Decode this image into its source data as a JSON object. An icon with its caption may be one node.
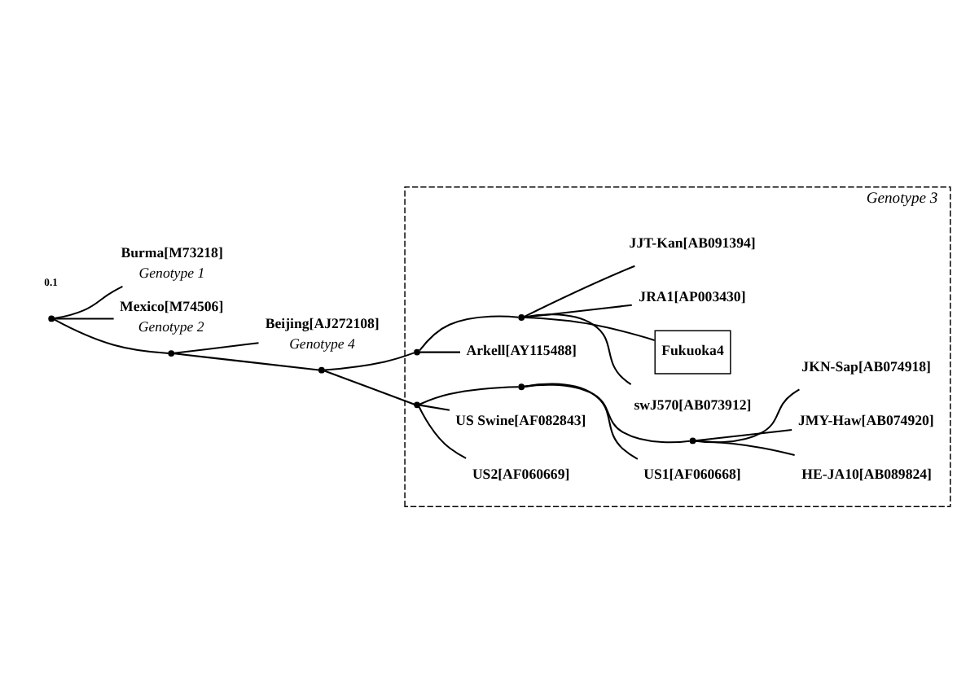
{
  "diagram": {
    "nodes": [
      {
        "text": [
          "Genotype 3"
        ]
      },
      {
        "text": [
          "swJ570[AB073912]"
        ],
        "in": 0
      },
      {
        "text": [
          "Fukuoka4"
        ],
        "in": 0
      },
      {
        "text": [
          "JRA1[AP003430]"
        ],
        "in": 0
      },
      {
        "text": [
          "Arkell[AY115488]"
        ],
        "in": 0
      },
      {
        "text": [
          "JJT-Kan[AB091394]"
        ],
        "in": 0
      },
      {
        "text": [
          "US2[AF060669]"
        ],
        "in": 0
      },
      {
        "text": [
          "US Swine[AF082843]"
        ],
        "in": 0
      },
      {
        "text": [
          "US1[AF060668]"
        ],
        "in": 0
      },
      {
        "text": [
          "HE-JA10[AB089824]"
        ],
        "in": 0
      },
      {
        "text": [
          "JMY-Haw[AB074920]"
        ],
        "in": 0
      },
      {
        "text": [
          "JKN-Sap[AB074918]"
        ],
        "in": 0
      },
      {
        "text": [
          "Burma[M73218]"
        ],
        "beside": [
          "Genotype 1"
        ]
      },
      {
        "text": [
          "Mexico[M74506]"
        ],
        "beside": [
          "Genotype 2"
        ]
      },
      {
        "text": [
          "Beijing[AJ272108]"
        ],
        "beside": [
          "Genotype 4"
        ]
      },
      {
        "text": [],
        "shape": "point"
      },
      {
        "text": [],
        "shape": "point"
      },
      {
        "text": [],
        "shape": "point"
      },
      {
        "text": [],
        "shape": "point",
        "in": 0
      },
      {
        "text": [],
        "shape": "point",
        "in": 0
      },
      {
        "text": [],
        "shape": "point",
        "in": 0
      },
      {
        "text": [],
        "shape": "point",
        "in": 0
      },
      {
        "text": [],
        "shape": "point",
        "in": 0
      }
    ],
    "edges": [
      {
        "from": 15,
        "to": 12,
        "arrow": "none"
      },
      {
        "from": 15,
        "to": 13,
        "arrow": "none"
      },
      {
        "from": 15,
        "to": 16,
        "arrow": "none"
      },
      {
        "from": 16,
        "to": 14,
        "arrow": "none"
      },
      {
        "from": 16,
        "to": 17,
        "arrow": "none"
      },
      {
        "from": 17,
        "to": 18,
        "arrow": "none"
      },
      {
        "from": 18,
        "to": 4,
        "arrow": "none"
      },
      {
        "from": 18,
        "to": 19,
        "arrow": "none"
      },
      {
        "from": 19,
        "to": 1,
        "arrow": "none"
      },
      {
        "from": 19,
        "to": 2,
        "arrow": "none"
      },
      {
        "from": 19,
        "to": 3,
        "arrow": "none"
      },
      {
        "from": 19,
        "to": 5,
        "arrow": "none"
      },
      {
        "from": 17,
        "to": 20,
        "arrow": "none"
      },
      {
        "from": 20,
        "to": 6,
        "arrow": "none"
      },
      {
        "from": 20,
        "to": 7,
        "arrow": "none"
      },
      {
        "from": 20,
        "to": 21,
        "arrow": "none"
      },
      {
        "from": 21,
        "to": 8,
        "arrow": "none"
      },
      {
        "from": 21,
        "to": 22,
        "arrow": "none"
      },
      {
        "from": 22,
        "to": 9,
        "arrow": "none"
      },
      {
        "from": 22,
        "to": 10,
        "arrow": "none"
      },
      {
        "from": 22,
        "to": 11,
        "arrow": "none"
      }
    ],
    "labels": [
      "0.1"
    ]
  }
}
